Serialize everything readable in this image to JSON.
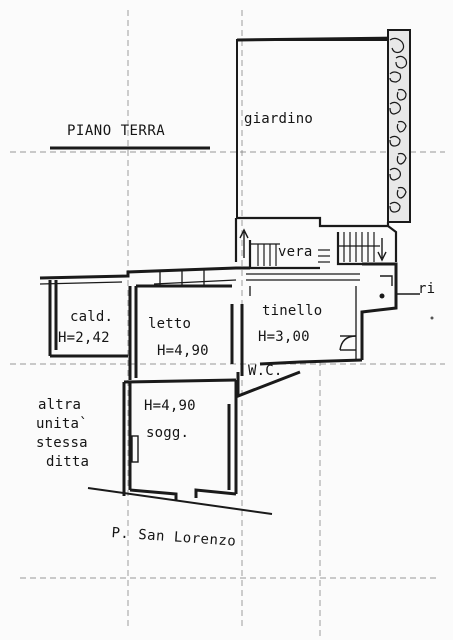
{
  "plan": {
    "title": "PIANO TERRA",
    "rooms": {
      "giardino": "giardino",
      "vera": "vera",
      "ri": "ri",
      "cald_name": "cald.",
      "cald_height": "H=2,42",
      "letto_name": "letto",
      "letto_height": "H=4,90",
      "tinello_name": "tinello",
      "tinello_height": "H=3,00",
      "wc": "W.C.",
      "sogg_height": "H=4,90",
      "sogg_name": "sogg.",
      "altra_line1": "altra",
      "altra_line2": "unita`",
      "altra_line3": "stessa",
      "altra_line4": "ditta"
    },
    "street": "P. San Lorenzo"
  },
  "colors": {
    "ink": "#1a1a1a",
    "paper": "#fbfbfb"
  }
}
